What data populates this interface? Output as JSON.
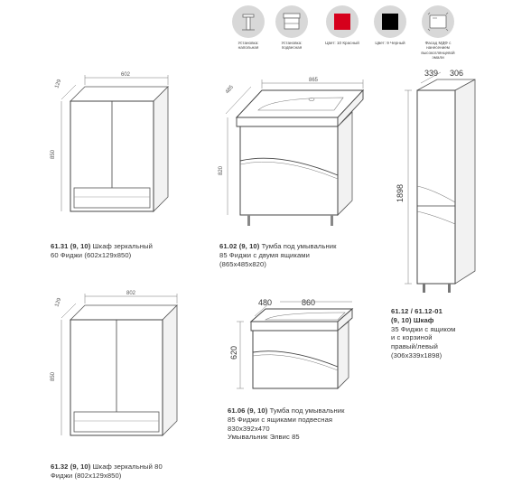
{
  "icons": [
    {
      "name": "wall-mount-icon",
      "label": "Установка: напольная"
    },
    {
      "name": "sink-mount-icon",
      "label": "Установка: подвесная"
    },
    {
      "name": "color-red-icon",
      "label": "Цвет: 10 Красный",
      "color": "#d6001c"
    },
    {
      "name": "color-black-icon",
      "label": "Цвет: 9 Черный",
      "color": "#000000"
    },
    {
      "name": "facade-gloss-icon",
      "label": "Фасад МДФ с нанесением высокоглянцевой эмали"
    }
  ],
  "products": [
    {
      "id": "61.31",
      "code": "61.31 (9, 10)",
      "line1": " Шкаф зеркальный",
      "line2": "60 Фиджи (602х129х850)",
      "dims": {
        "depth": "129",
        "width": "602",
        "height": "850"
      }
    },
    {
      "id": "61.02",
      "code": "61.02 (9, 10)",
      "line1": " Тумба под умывальник",
      "line2": "85 Фиджи с двумя ящиками",
      "line3": "(865х485х820)",
      "dims": {
        "depth": "485",
        "width": "865",
        "height": "820"
      }
    },
    {
      "id": "61.12",
      "code": "61.12 / 61.12-01",
      "line1": "(9, 10) Шкаф",
      "line2": "35 Фиджи с ящиком",
      "line3": "и с корзиной",
      "line4": "правый/левый",
      "line5": "(306х339х1898)",
      "dims": {
        "depth": "339",
        "width": "306",
        "height": "1898"
      }
    },
    {
      "id": "61.32",
      "code": "61.32 (9, 10)",
      "line1": " Шкаф зеркальный 80",
      "line2": "Фиджи (802х129х850)",
      "dims": {
        "depth": "129",
        "width": "802",
        "height": "850"
      }
    },
    {
      "id": "61.06",
      "code": "61.06 (9, 10)",
      "line1": " Тумба под умывальник",
      "line2": "85 Фиджи с ящиками подвесная",
      "line3": "830х392х470",
      "line4": "Умывальник Элвис 85",
      "dims": {
        "depth": "480",
        "width": "860",
        "height": "620"
      }
    }
  ]
}
